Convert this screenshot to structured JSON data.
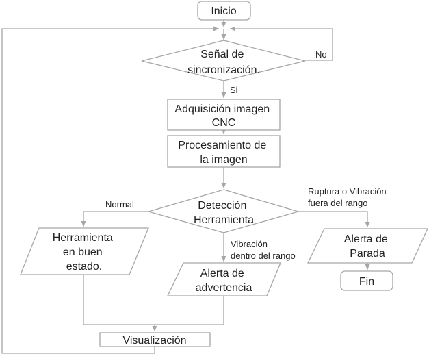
{
  "nodes": {
    "inicio": [
      "Inicio"
    ],
    "senal": [
      "Señal de",
      "sincronización."
    ],
    "adquisicion": [
      "Adquisición imagen",
      "CNC"
    ],
    "procesamiento": [
      "Procesamiento de",
      "la imagen"
    ],
    "deteccion": [
      "Detección",
      "Herramienta"
    ],
    "buen_estado": [
      "Herramienta",
      "en buen",
      "estado."
    ],
    "advertencia": [
      "Alerta de",
      "advertencia"
    ],
    "parada": [
      "Alerta de",
      "Parada"
    ],
    "fin": [
      "Fin"
    ],
    "visualizacion": [
      "Visualización"
    ]
  },
  "edge_labels": {
    "no": [
      "No"
    ],
    "si": [
      "Si"
    ],
    "normal": [
      "Normal"
    ],
    "vibracion_dentro": [
      "Vibración",
      "dentro del rango"
    ],
    "ruptura": [
      "Ruptura o Vibración",
      "fuera del rango"
    ]
  },
  "colors": {
    "stroke": "#a6a6a6",
    "text": "#222222",
    "background": "#ffffff"
  }
}
